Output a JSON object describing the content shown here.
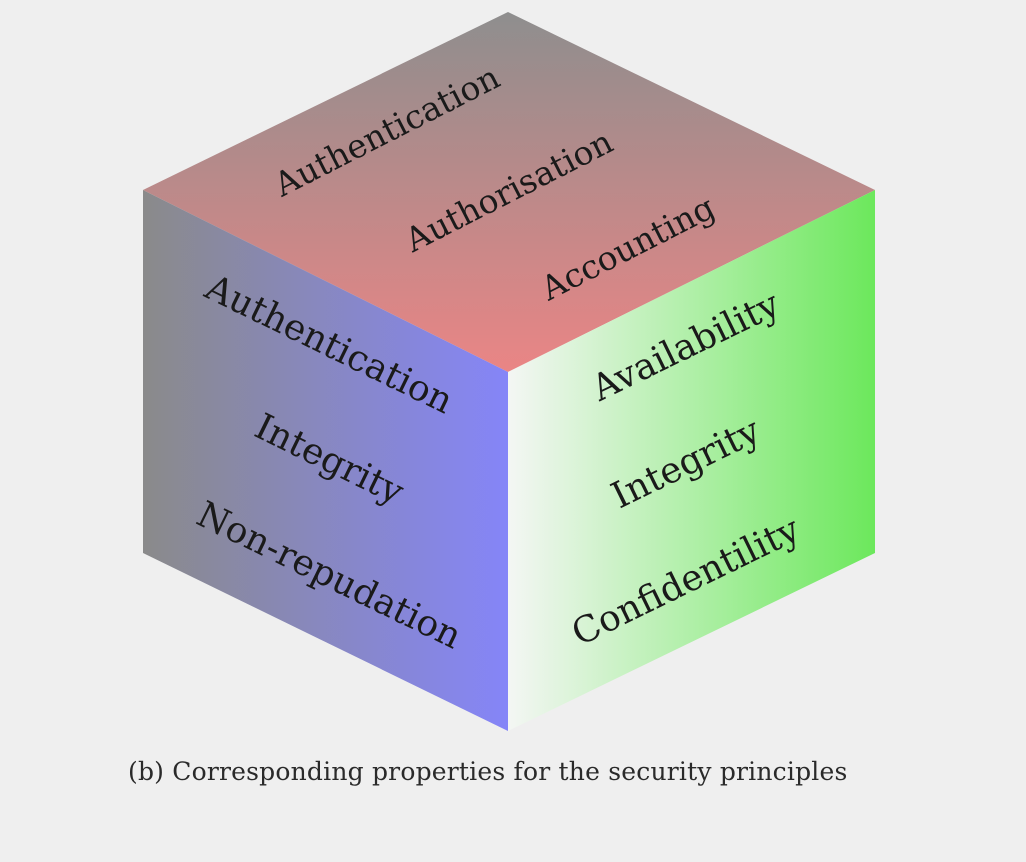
{
  "diagram": {
    "faces": {
      "top": {
        "items": [
          "Authentication",
          "Authorisation",
          "Accounting"
        ]
      },
      "left": {
        "items": [
          "Authentication",
          "Integrity",
          "Non-repudation"
        ]
      },
      "right": {
        "items": [
          "Availability",
          "Integrity",
          "Confidentility"
        ]
      }
    },
    "colors": {
      "top_far": "#8e8e8e",
      "top_near": "#ea8585",
      "left_far": "#8a8a8a",
      "left_near": "#8585f8",
      "right_near": "#f4f6f4",
      "right_far": "#6ce85c"
    }
  },
  "caption": "(b) Corresponding properties for the security principles"
}
